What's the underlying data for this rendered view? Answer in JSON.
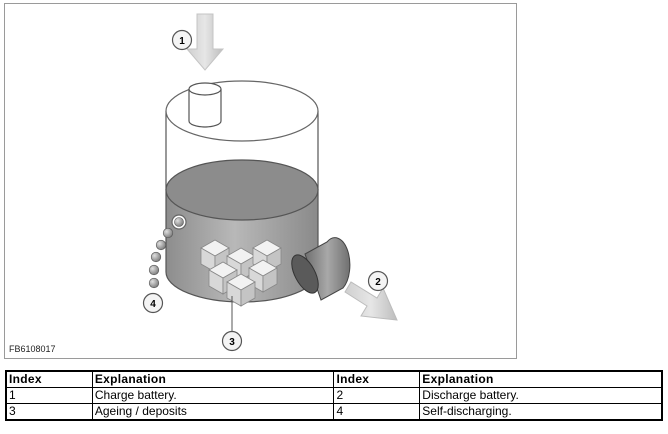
{
  "figure": {
    "id": "FB6108017",
    "callouts": [
      "1",
      "2",
      "3",
      "4"
    ]
  },
  "legend": {
    "headers": [
      "Index",
      "Explanation",
      "Index",
      "Explanation"
    ],
    "rows": [
      [
        "1",
        "Charge battery.",
        "2",
        "Discharge battery."
      ],
      [
        "3",
        "Ageing / deposits",
        "4",
        "Self-discharging."
      ]
    ]
  }
}
